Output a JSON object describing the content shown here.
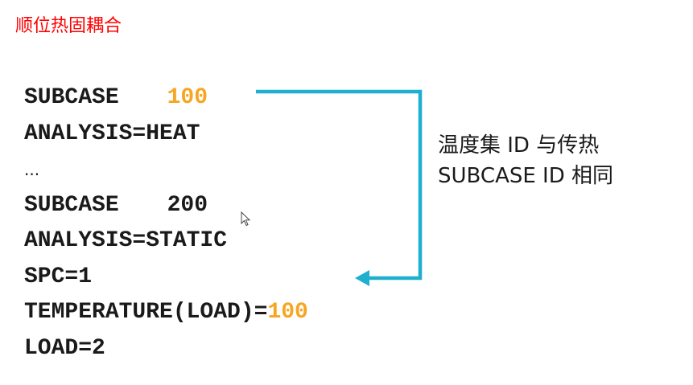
{
  "title": "顺位热固耦合",
  "code": {
    "line1": {
      "keyword": "SUBCASE",
      "value": "100"
    },
    "line2": "ANALYSIS=HEAT",
    "line3": "...",
    "line4": {
      "keyword": "SUBCASE",
      "value": "200"
    },
    "line5": "ANALYSIS=STATIC",
    "line6": "SPC=1",
    "line7": {
      "keyword": "TEMPERATURE(LOAD)=",
      "value": "100"
    },
    "line8": "LOAD=2"
  },
  "note": {
    "line1": "温度集 ID 与传热",
    "line2": "SUBCASE ID 相同"
  },
  "colors": {
    "title": "#ff0000",
    "highlight": "#f5a623",
    "arrow": "#1fb0d0",
    "text": "#1a1a1a"
  },
  "icons": {
    "arrow": "connector-arrow-icon",
    "cursor": "mouse-pointer-icon"
  }
}
